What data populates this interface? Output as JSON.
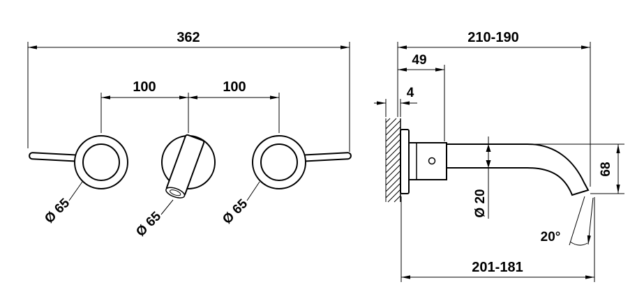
{
  "front_view": {
    "overall_width": "362",
    "spacing_left": "100",
    "spacing_right": "100",
    "handle_left_diameter": "Ø 65",
    "spout_escutcheon_diameter": "Ø 65",
    "handle_right_diameter": "Ø 65"
  },
  "side_view": {
    "projection_range": "210-190",
    "body_depth": "49",
    "wall_clearance": "4",
    "spout_drop": "68",
    "spout_tube_diameter": "Ø 20",
    "spout_end_angle": "20°",
    "lower_projection_range": "201-181"
  },
  "colors": {
    "line": "#000000",
    "background": "#ffffff"
  }
}
